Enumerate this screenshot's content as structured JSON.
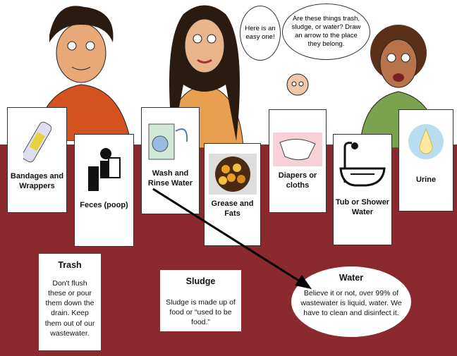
{
  "bubbles": {
    "left": "Here is an easy one!",
    "right": "Are these things trash, sludge, or water? Draw an arrow to the place they belong."
  },
  "cards": [
    {
      "label": "Bandages and Wrappers",
      "icon": "bandage-icon"
    },
    {
      "label": "Feces (poop)",
      "icon": "toilet-icon"
    },
    {
      "label": "Wash and Rinse Water",
      "icon": "washing-machine-icon"
    },
    {
      "label": "Grease and Fats",
      "icon": "grease-pan-icon"
    },
    {
      "label": "Diapers or cloths",
      "icon": "diaper-icon"
    },
    {
      "label": "Tub or Shower Water",
      "icon": "bathtub-icon"
    },
    {
      "label": "Urine",
      "icon": "droplet-icon"
    }
  ],
  "categories": {
    "trash": {
      "title": "Trash",
      "text": "Don't flush these or pour them down the drain. Keep them out of our wastewater."
    },
    "sludge": {
      "title": "Sludge",
      "text": "Sludge is made up of food or “used to be food.”"
    },
    "water": {
      "title": "Water",
      "text": "Believe it or not, over 99% of wastewater is liquid, water. We have to clean and disinfect it."
    }
  },
  "colors": {
    "floor": "#8a2a2f"
  }
}
